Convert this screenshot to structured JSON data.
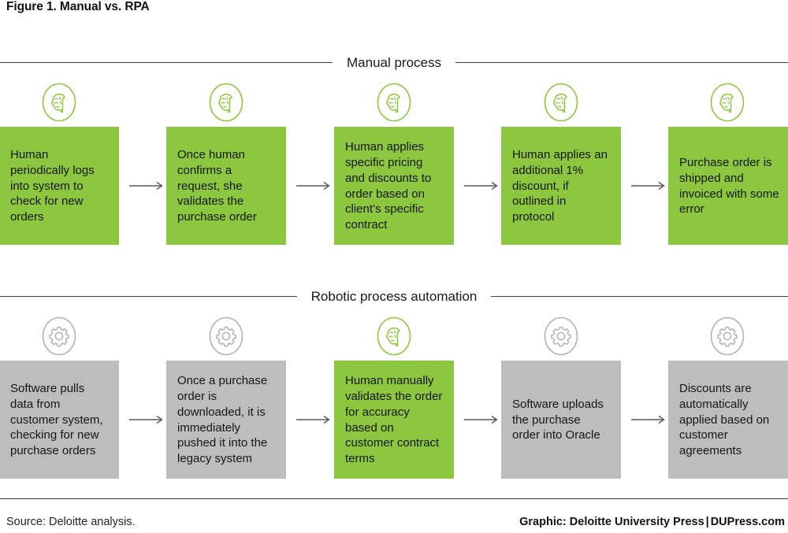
{
  "figure": {
    "title": "Figure 1. Manual vs. RPA"
  },
  "colors": {
    "green": "#8dc63f",
    "gray": "#bdbdbd",
    "rule": "#3d3d3d",
    "text": "#161616"
  },
  "sections": [
    {
      "id": "manual",
      "label": "Manual process",
      "steps": [
        {
          "icon": "brain-icon",
          "icon_color": "green",
          "box_color": "green",
          "text": "Human periodically logs into system to check for new orders"
        },
        {
          "icon": "brain-icon",
          "icon_color": "green",
          "box_color": "green",
          "text": "Once human confirms a request, she validates the purchase order"
        },
        {
          "icon": "brain-icon",
          "icon_color": "green",
          "box_color": "green",
          "text": "Human applies specific pricing and discounts to order based on client’s specific contract"
        },
        {
          "icon": "brain-icon",
          "icon_color": "green",
          "box_color": "green",
          "text": "Human applies an additional 1% discount, if outlined in protocol"
        },
        {
          "icon": "brain-icon",
          "icon_color": "green",
          "box_color": "green",
          "text": "Purchase order is shipped and invoiced with some error"
        }
      ]
    },
    {
      "id": "rpa",
      "label": "Robotic process automation",
      "steps": [
        {
          "icon": "gear-icon",
          "icon_color": "gray",
          "box_color": "gray",
          "text": "Software pulls data from customer system, checking for new purchase orders"
        },
        {
          "icon": "gear-icon",
          "icon_color": "gray",
          "box_color": "gray",
          "text": "Once a purchase order is downloaded, it is immediately pushed it into the legacy system"
        },
        {
          "icon": "brain-icon",
          "icon_color": "green",
          "box_color": "green",
          "text": "Human manually validates the order for accuracy based on customer contract terms"
        },
        {
          "icon": "gear-icon",
          "icon_color": "gray",
          "box_color": "gray",
          "text": "Software uploads the purchase order into Oracle"
        },
        {
          "icon": "gear-icon",
          "icon_color": "gray",
          "box_color": "gray",
          "text": "Discounts are automatically applied based on customer agreements"
        }
      ]
    }
  ],
  "footer": {
    "source": "Source: Deloitte analysis.",
    "credit_main": "Graphic: Deloitte University Press",
    "credit_separator": "|",
    "credit_site": "DUPress.com"
  }
}
